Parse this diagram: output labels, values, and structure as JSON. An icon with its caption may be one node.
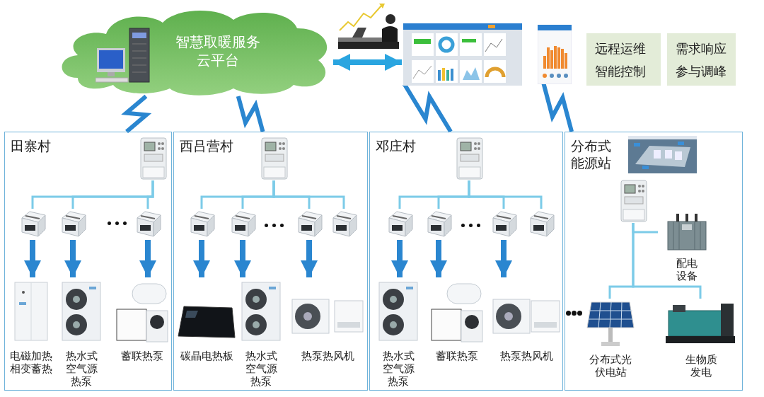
{
  "diagram": {
    "nodes": [
      {
        "text": [
          "智慧取暖服务云平台"
        ]
      },
      {
        "text": [],
        "shape": "picture"
      },
      {
        "text": [],
        "shape": "picture"
      },
      {
        "text": [
          "远程运维",
          "智能控制"
        ]
      },
      {
        "text": [
          "需求响应",
          "参与调峰"
        ]
      },
      {
        "text": [
          "田寨村"
        ]
      },
      {
        "text": [],
        "shape": "picture",
        "in": 5
      },
      {
        "text": [],
        "shape": "picture",
        "in": 5
      },
      {
        "text": [],
        "shape": "picture",
        "in": 5
      },
      {
        "text": [],
        "shape": "picture",
        "in": 5
      },
      {
        "text": [
          "电磁加热相变蓄热"
        ],
        "in": 5
      },
      {
        "text": [
          "热水式空气源热泵"
        ],
        "in": 5
      },
      {
        "text": [
          "蓄联热泵"
        ],
        "in": 5
      },
      {
        "text": [
          "西吕营村"
        ]
      },
      {
        "text": [],
        "shape": "picture",
        "in": 13
      },
      {
        "text": [],
        "shape": "picture",
        "in": 13
      },
      {
        "text": [],
        "shape": "picture",
        "in": 13
      },
      {
        "text": [],
        "shape": "picture",
        "in": 13
      },
      {
        "text": [],
        "shape": "picture",
        "in": 13
      },
      {
        "text": [
          "碳晶电热板"
        ],
        "in": 13
      },
      {
        "text": [
          "热水式空气源热泵"
        ],
        "in": 13
      },
      {
        "text": [
          "热泵热风机"
        ],
        "in": 13
      },
      {
        "text": [
          "邓庄村"
        ]
      },
      {
        "text": [],
        "shape": "picture",
        "in": 22
      },
      {
        "text": [],
        "shape": "picture",
        "in": 22
      },
      {
        "text": [],
        "shape": "picture",
        "in": 22
      },
      {
        "text": [],
        "shape": "picture",
        "in": 22
      },
      {
        "text": [],
        "shape": "picture",
        "in": 22
      },
      {
        "text": [
          "热水式空气源热泵"
        ],
        "in": 22
      },
      {
        "text": [
          "蓄联热泵"
        ],
        "in": 22
      },
      {
        "text": [
          "热泵热风机"
        ],
        "in": 22
      },
      {
        "text": [
          "分布式能源站"
        ]
      },
      {
        "text": [],
        "shape": "picture",
        "in": 31
      },
      {
        "text": [
          "配电设备"
        ],
        "in": 31
      },
      {
        "text": [
          "分布式光伏电站"
        ],
        "in": 31
      },
      {
        "text": [
          "生物质发电"
        ],
        "in": 31
      }
    ],
    "edges": [
      {
        "from": 0,
        "to": 1,
        "arrow": "both",
        "style": "thick",
        "color": "#2aa5e0"
      },
      {
        "from": 0,
        "to": 5,
        "arrow": "none",
        "style": "thick",
        "color": "#2a86d0"
      },
      {
        "from": 0,
        "to": 13,
        "arrow": "none",
        "style": "thick",
        "color": "#2a86d0"
      },
      {
        "from": 1,
        "to": 22,
        "arrow": "none",
        "style": "thick",
        "color": "#2a86d0"
      },
      {
        "from": 2,
        "to": 31,
        "arrow": "none",
        "style": "thick",
        "color": "#2a86d0"
      },
      {
        "from": 6,
        "to": 7,
        "arrow": "none"
      },
      {
        "from": 6,
        "to": 8,
        "arrow": "none"
      },
      {
        "from": 6,
        "to": 9,
        "arrow": "none"
      },
      {
        "from": 7,
        "to": 10,
        "arrow": "to",
        "style": "thick",
        "color": "#2a86d0"
      },
      {
        "from": 8,
        "to": 11,
        "arrow": "to",
        "style": "thick",
        "color": "#2a86d0"
      },
      {
        "from": 9,
        "to": 12,
        "arrow": "to",
        "style": "thick",
        "color": "#2a86d0"
      },
      {
        "from": 14,
        "to": 15,
        "arrow": "none"
      },
      {
        "from": 14,
        "to": 16,
        "arrow": "none"
      },
      {
        "from": 14,
        "to": 17,
        "arrow": "none"
      },
      {
        "from": 14,
        "to": 18,
        "arrow": "none"
      },
      {
        "from": 15,
        "to": 19,
        "arrow": "to",
        "style": "thick",
        "color": "#2a86d0"
      },
      {
        "from": 16,
        "to": 20,
        "arrow": "to",
        "style": "thick",
        "color": "#2a86d0"
      },
      {
        "from": 17,
        "to": 21,
        "arrow": "to",
        "style": "thick",
        "color": "#2a86d0"
      },
      {
        "from": 23,
        "to": 24,
        "arrow": "none"
      },
      {
        "from": 23,
        "to": 25,
        "arrow": "none"
      },
      {
        "from": 23,
        "to": 26,
        "arrow": "none"
      },
      {
        "from": 23,
        "to": 27,
        "arrow": "none"
      },
      {
        "from": 24,
        "to": 28,
        "arrow": "to",
        "style": "thick",
        "color": "#2a86d0"
      },
      {
        "from": 25,
        "to": 29,
        "arrow": "to",
        "style": "thick",
        "color": "#2a86d0"
      },
      {
        "from": 26,
        "to": 30,
        "arrow": "to",
        "style": "thick",
        "color": "#2a86d0"
      },
      {
        "from": 32,
        "to": 33,
        "arrow": "none"
      },
      {
        "from": 32,
        "to": 34,
        "arrow": "none"
      },
      {
        "from": 32,
        "to": 35,
        "arrow": "none"
      }
    ]
  }
}
